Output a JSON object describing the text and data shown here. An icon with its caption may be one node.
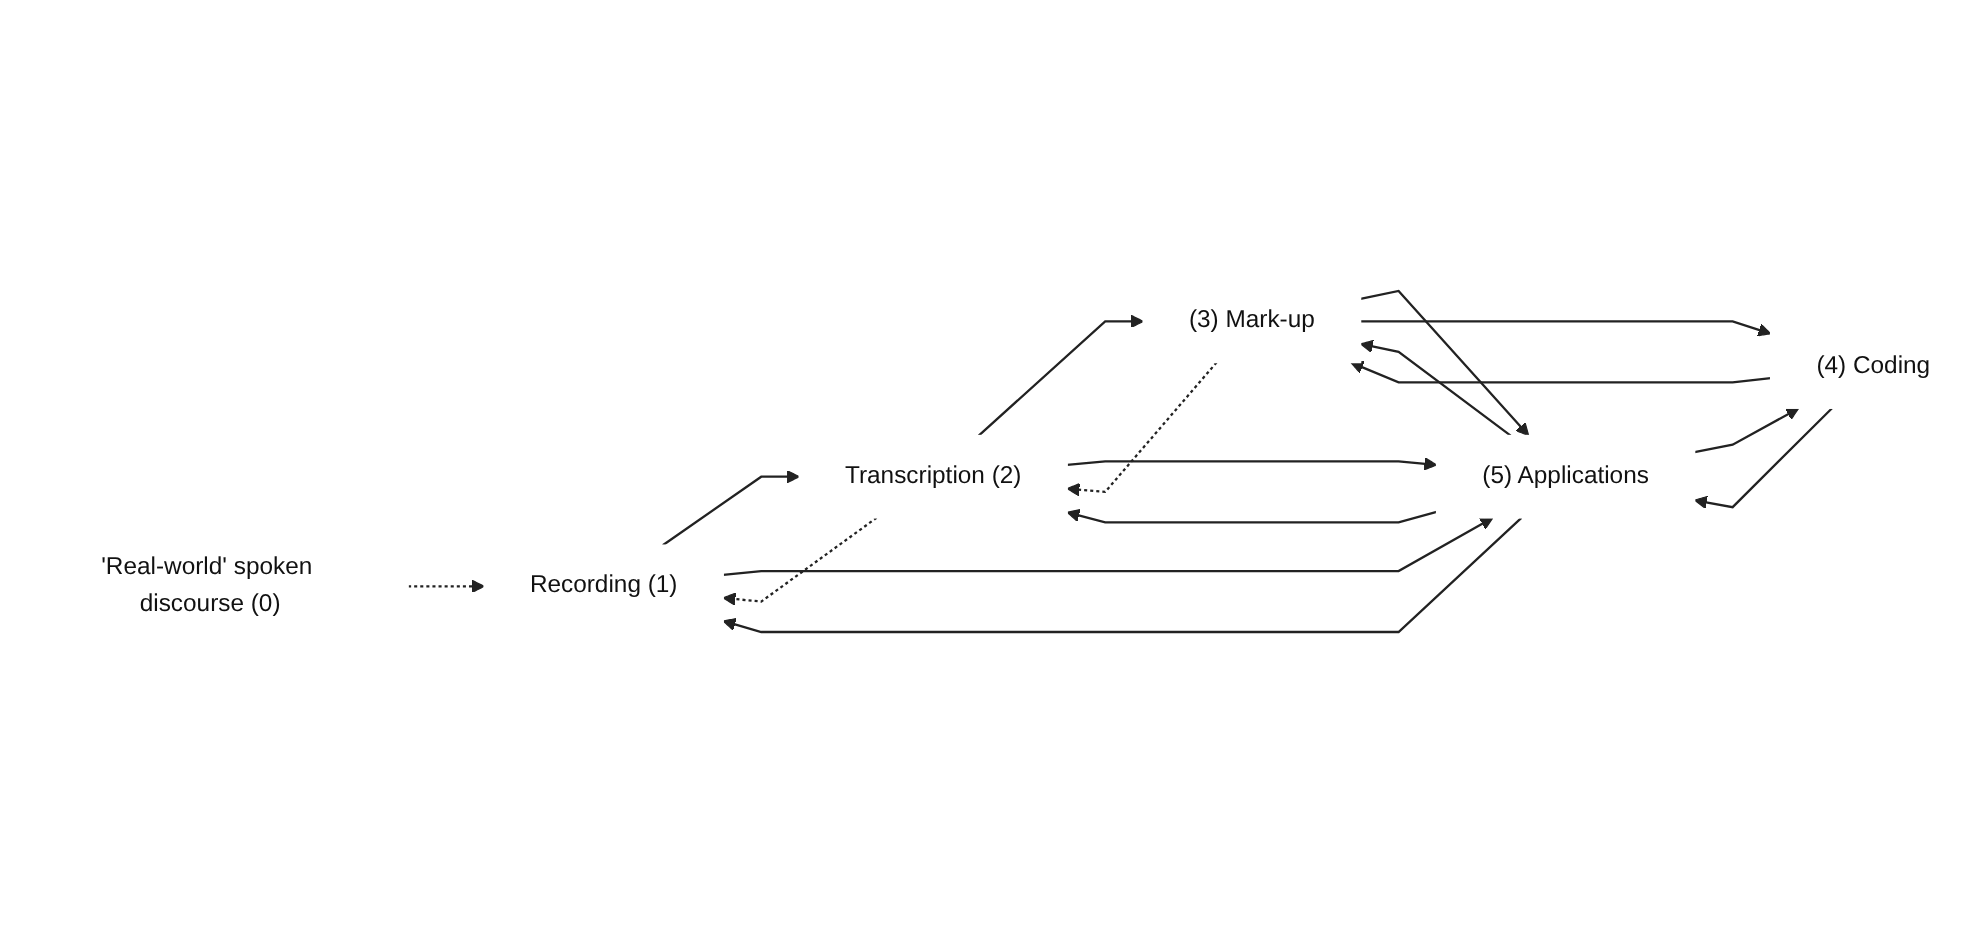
{
  "diagram": {
    "nodes": [
      {
        "text": [
          "'Real-world' spoken discourse (0)"
        ]
      },
      {
        "text": [
          "Recording (1)"
        ]
      },
      {
        "text": [
          "Transcription (2)"
        ]
      },
      {
        "text": [
          "(3) Mark-up"
        ]
      },
      {
        "text": [
          "(4) Coding"
        ]
      },
      {
        "text": [
          "(5) Applications"
        ]
      }
    ],
    "edges": [
      {
        "from": 0,
        "to": 1,
        "arrow": "to",
        "style": "dashed"
      },
      {
        "from": 1,
        "to": 2,
        "arrow": "to"
      },
      {
        "from": 2,
        "to": 1,
        "arrow": "to",
        "style": "dashed"
      },
      {
        "from": 2,
        "to": 3,
        "arrow": "to"
      },
      {
        "from": 3,
        "to": 2,
        "arrow": "to",
        "style": "dashed"
      },
      {
        "from": 2,
        "to": 5,
        "arrow": "to"
      },
      {
        "from": 5,
        "to": 2,
        "arrow": "to"
      },
      {
        "from": 3,
        "to": 5,
        "arrow": "to"
      },
      {
        "from": 5,
        "to": 3,
        "arrow": "to"
      },
      {
        "from": 3,
        "to": 4,
        "arrow": "to"
      },
      {
        "from": 4,
        "to": 3,
        "arrow": "to"
      },
      {
        "from": 5,
        "to": 4,
        "arrow": "to"
      },
      {
        "from": 4,
        "to": 5,
        "arrow": "to"
      },
      {
        "from": 1,
        "to": 5,
        "arrow": "to"
      },
      {
        "from": 5,
        "to": 1,
        "arrow": "to"
      }
    ]
  }
}
